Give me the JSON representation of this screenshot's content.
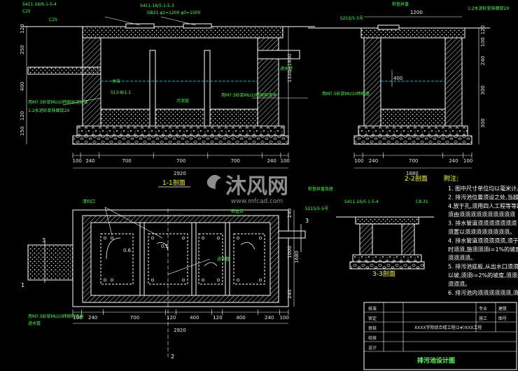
{
  "sections": {
    "s11": {
      "title": "1-1剖面",
      "dims_bottom": [
        "100",
        "240",
        "700",
        "700",
        "700",
        "240",
        "100"
      ],
      "total": "2920",
      "dims_left": [
        "120",
        "250",
        "400",
        "120",
        "150"
      ],
      "dims_right": "1330~1600",
      "labels": {
        "top_left_code": "S411-16/6-1-5-4",
        "top_left_sub": "C25",
        "top_mid_code": "S411-16/5-1-5-3",
        "top_mid_sub": "C25",
        "cover_note": "GB21  φ1=1200  φ0=1500",
        "wall_note": "用M7.5砂浆MU10砖砌水泥砂浆",
        "plaster_note": "1:2水泥砂浆抹面厚20",
        "inlet": "进水管",
        "tech_code": "S13-8/1-1",
        "mid_note": "污泥层",
        "well_note": "用M7.5砂浆MU10砖砌检查井",
        "water_level": "水位"
      }
    },
    "s22": {
      "title": "2-2剖面",
      "dims_top": [
        "1200"
      ],
      "dims_bottom": [
        "100",
        "240",
        "700",
        "240",
        "100"
      ],
      "total": "1680",
      "right_dims": [
        "120",
        "100",
        "240",
        "300",
        "300"
      ],
      "labels": {
        "cover_code": "S215/5-5号",
        "plaster": "1:2水泥砂浆抹面厚20",
        "top_label": "检查井盖",
        "depth": "400",
        "wall_note": "用M7.5砂浆MU10砖砌墙"
      }
    },
    "s33": {
      "title": "3-3剖面",
      "labels": {
        "code_a": "S411-16/5-1-5-4",
        "code_b": "C8-31",
        "cover": "S215/5-5号",
        "top": "检查井盖及座"
      }
    },
    "plan": {
      "title": "排污池平面图",
      "dims_bottom": [
        "100",
        "240",
        "700",
        "120",
        "400",
        "120",
        "400",
        "240",
        "100"
      ],
      "total": "2920",
      "dims_right": [
        "240",
        "1000",
        "240"
      ],
      "total_right": "1680",
      "labels": {
        "left_top": "清扫口",
        "pipe_note": "进水管",
        "interior_a": "0.6",
        "interior_b": "0.5",
        "mh_a": "检查井",
        "bottom_note": "用M7.5砂浆MU10砖砌检查井",
        "bottom_note2": "进水管",
        "arrow_num": "3",
        "sec_1": "1",
        "sec_2": "2",
        "sec_3": "3"
      }
    }
  },
  "notes": {
    "heading": "附注:",
    "items": [
      "1. 图中尺寸单位均以毫米计。",
      "2. 排污池位置须设之处,当超上",
      "4.放于孔,须用四人工程等等四",
      "须由须须须须须须须须须须",
      "3. 排水管道须须须须须须须",
      "须置以须须须须须须须须。",
      "4. 排水管道须须须须须,须于须",
      "时须须,施须须须i=1%的坡度,须",
      "须须须须。",
      "5. 排污池底板,从出水口须须",
      "以坡,须须i=2%的坡度,须须须",
      "须须须。",
      "6. 排污池内须须须须须须,须须"
    ]
  },
  "title_block": {
    "rows": [
      "核准",
      "审定",
      "审核",
      "校核",
      "设计"
    ],
    "project": "XXXX学院综合楼工程(2#)XXX工程",
    "col_a": "专业",
    "col_b": "建筑",
    "col_c": "施工",
    "col_d": "图号",
    "drawing_title": "排污池设计图"
  },
  "watermark": {
    "text": "沐风网",
    "url": "www.mfcad.com"
  },
  "colors": {
    "background": "#000000",
    "wall": "#ffffff",
    "hatch": "#e6e6e6",
    "dimension": "#ffffff",
    "label_yellow": "#ffff3a",
    "label_green": "#4cff4c",
    "water_cyan": "#00ffff"
  }
}
